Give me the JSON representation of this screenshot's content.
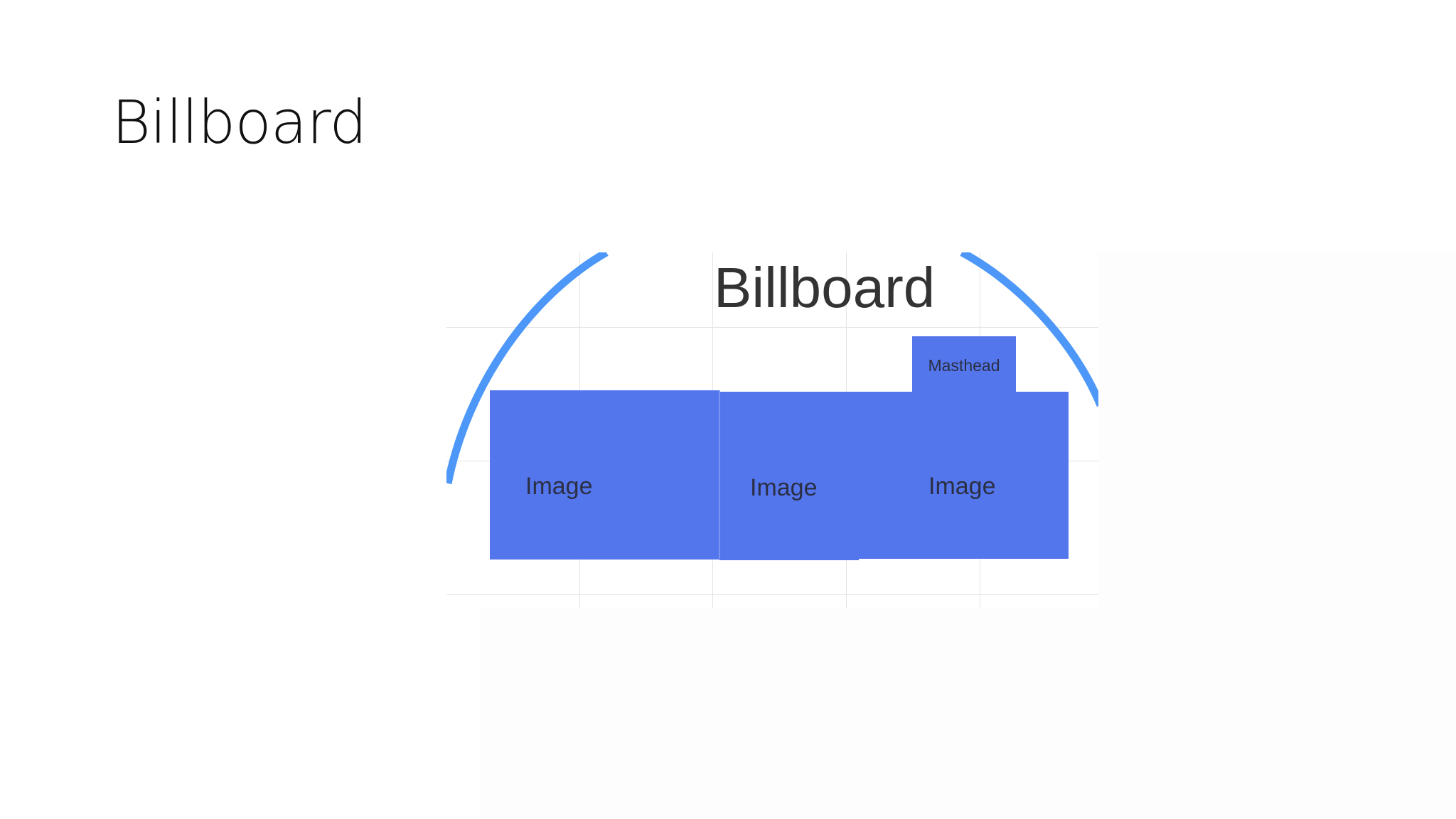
{
  "slide": {
    "title": "Billboard"
  },
  "diagram": {
    "title": "Billboard",
    "masthead_label": "Masthead",
    "image_labels": [
      "Image",
      "Image",
      "Image"
    ]
  },
  "colors": {
    "block": "#5476ec",
    "arc": "#4d97f8",
    "grid": "#e4e4e4",
    "label_text": "#2b2f44"
  }
}
